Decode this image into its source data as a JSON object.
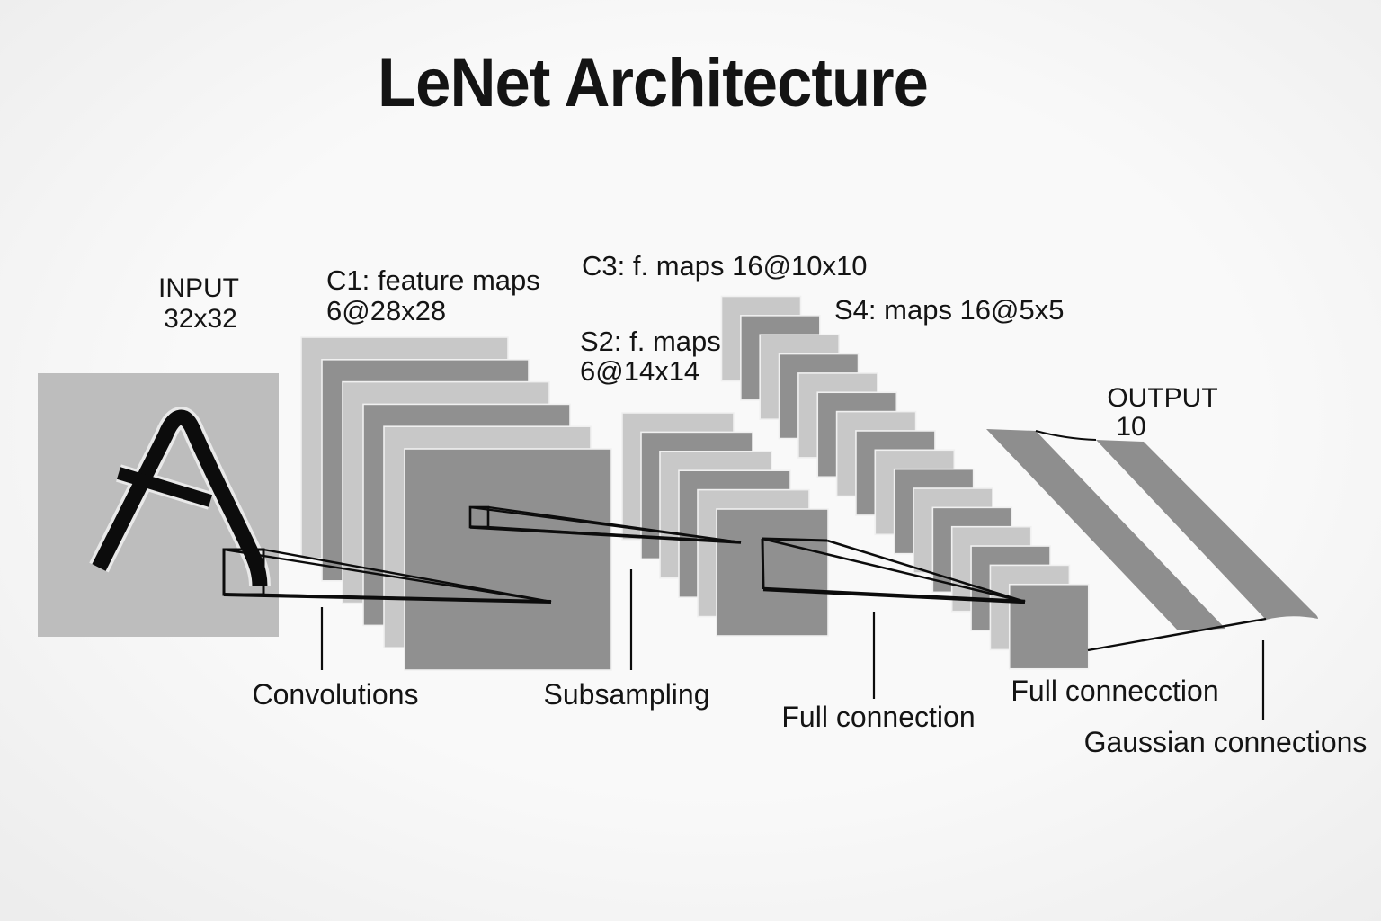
{
  "title": "LeNet Architecture",
  "colors": {
    "background": "#f7f7f7",
    "light_map": "#c8c8c8",
    "dark_map": "#909090",
    "input_square": "#bdbdbd",
    "output_band": "#8e8e8e",
    "ink": "#141414",
    "map_edge_halo": "#f0f0f0",
    "glyph_halo": "#e9e9e9"
  },
  "input": {
    "name": "INPUT",
    "size": "32x32",
    "glyph": "handwritten letter A"
  },
  "layers": {
    "c1": {
      "line1": "C1: feature maps",
      "line2": "6@28x28",
      "maps": 6
    },
    "s2": {
      "line1": "S2: f. maps",
      "line2": "6@14x14",
      "maps": 6
    },
    "c3": {
      "line1": "C3: f. maps 16@10x10",
      "maps": 16
    },
    "s4": {
      "line1": "S4: maps 16@5x5",
      "maps": 16
    }
  },
  "output": {
    "name": "OUTPUT",
    "units": "10"
  },
  "operations": {
    "conv1": "Convolutions",
    "pool1": "Subsampling",
    "fc1": "Full connection",
    "fc2": "Full connecction",
    "gaussian": "Gaussian connections"
  }
}
